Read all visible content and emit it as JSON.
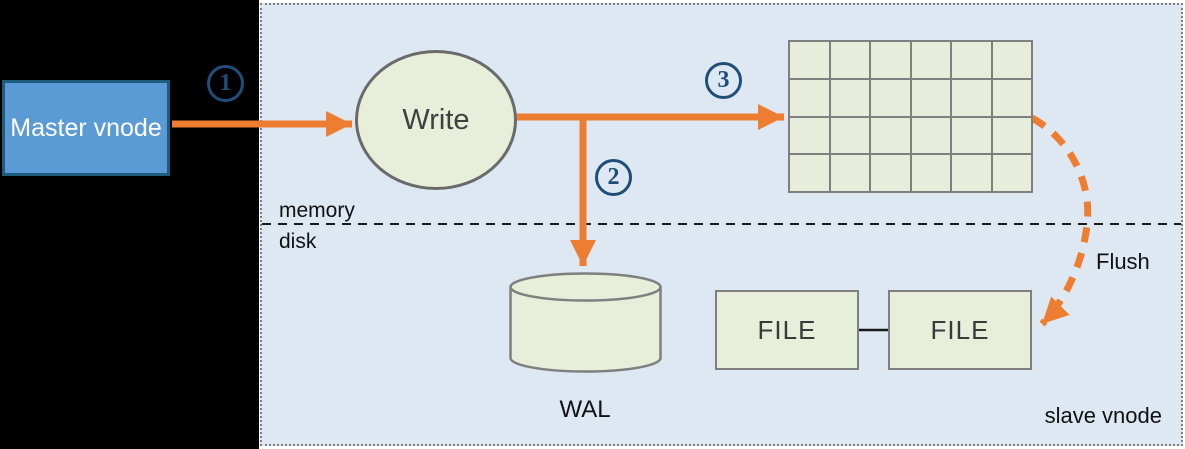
{
  "nodes": {
    "master": {
      "label": "Master vnode"
    },
    "write": {
      "label": "Write"
    },
    "wal": {
      "label": "WAL"
    },
    "files": [
      "FILE",
      "FILE"
    ]
  },
  "zones": {
    "memory": "memory",
    "disk": "disk"
  },
  "annotations": {
    "flush": "Flush",
    "slave_vnode": "slave vnode"
  },
  "steps": [
    "1",
    "2",
    "3"
  ],
  "memtable": {
    "rows": 4,
    "cols": 6
  },
  "colors": {
    "accent_orange": "#ED7D31",
    "step_badge_blue": "#1F4E79",
    "node_fill_green": "#E7EFDA",
    "node_border_gray": "#7F7F7F",
    "panel_background": "#DDE8F3",
    "master_node_fill": "#5B9BD5",
    "master_node_border": "#1D5C7D",
    "canvas_black": "#000000"
  }
}
